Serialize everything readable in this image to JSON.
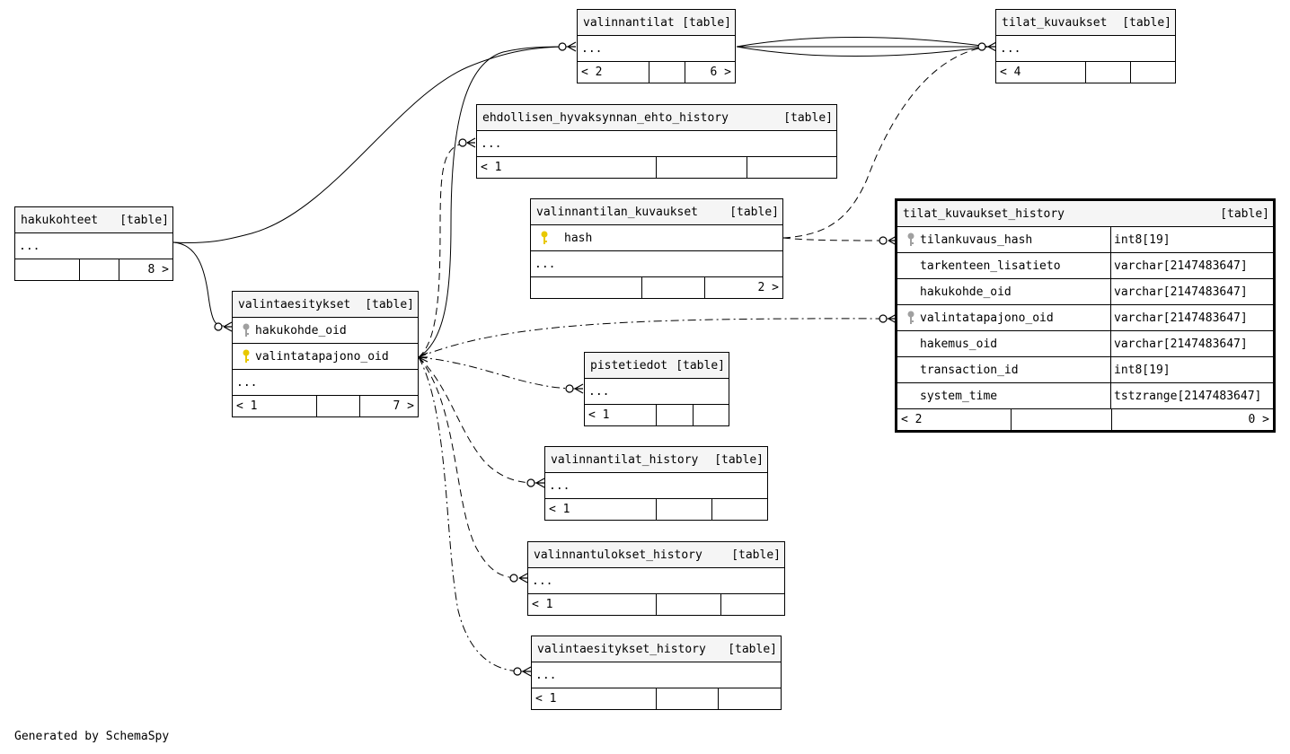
{
  "colors": {
    "key_gold": "#e8c800",
    "key_gray": "#a0a0a0",
    "header_bg": "#f5f5f5",
    "line": "#000000"
  },
  "footer": "Generated by SchemaSpy",
  "tables": {
    "hakukohteet": {
      "name": "hakukohteet",
      "tag": "[table]",
      "ellipsis": "...",
      "foot_left": "",
      "foot_mid": "",
      "foot_right": "8 >"
    },
    "valinnantilat": {
      "name": "valinnantilat",
      "tag": "[table]",
      "ellipsis": "...",
      "foot_left": "< 2",
      "foot_mid": "",
      "foot_right": "6 >"
    },
    "tilat_kuvaukset": {
      "name": "tilat_kuvaukset",
      "tag": "[table]",
      "ellipsis": "...",
      "foot_left": "< 4",
      "foot_mid": "",
      "foot_right": ""
    },
    "ehto_history": {
      "name": "ehdollisen_hyvaksynnan_ehto_history",
      "tag": "[table]",
      "ellipsis": "...",
      "foot_left": "< 1",
      "foot_mid": "",
      "foot_right": ""
    },
    "valinnantilan_kuvaukset": {
      "name": "valinnantilan_kuvaukset",
      "tag": "[table]",
      "columns": [
        {
          "name": "hash",
          "key": "primary"
        }
      ],
      "ellipsis": "...",
      "foot_left": "",
      "foot_mid": "",
      "foot_right": "2 >"
    },
    "valintaesitykset": {
      "name": "valintaesitykset",
      "tag": "[table]",
      "columns": [
        {
          "name": "hakukohde_oid",
          "key": "foreign"
        },
        {
          "name": "valintatapajono_oid",
          "key": "primary"
        }
      ],
      "ellipsis": "...",
      "foot_left": "< 1",
      "foot_mid": "",
      "foot_right": "7 >"
    },
    "pistetiedot": {
      "name": "pistetiedot",
      "tag": "[table]",
      "ellipsis": "...",
      "foot_left": "< 1",
      "foot_mid": "",
      "foot_right": ""
    },
    "valinnantilat_history": {
      "name": "valinnantilat_history",
      "tag": "[table]",
      "ellipsis": "...",
      "foot_left": "< 1",
      "foot_mid": "",
      "foot_right": ""
    },
    "valinnantulokset_history": {
      "name": "valinnantulokset_history",
      "tag": "[table]",
      "ellipsis": "...",
      "foot_left": "< 1",
      "foot_mid": "",
      "foot_right": ""
    },
    "valintaesitykset_history": {
      "name": "valintaesitykset_history",
      "tag": "[table]",
      "ellipsis": "...",
      "foot_left": "< 1",
      "foot_mid": "",
      "foot_right": ""
    },
    "tilat_kuvaukset_history": {
      "name": "tilat_kuvaukset_history",
      "tag": "[table]",
      "columns": [
        {
          "name": "tilankuvaus_hash",
          "type": "int8[19]",
          "key": "foreign"
        },
        {
          "name": "tarkenteen_lisatieto",
          "type": "varchar[2147483647]",
          "key": ""
        },
        {
          "name": "hakukohde_oid",
          "type": "varchar[2147483647]",
          "key": ""
        },
        {
          "name": "valintatapajono_oid",
          "type": "varchar[2147483647]",
          "key": "foreign"
        },
        {
          "name": "hakemus_oid",
          "type": "varchar[2147483647]",
          "key": ""
        },
        {
          "name": "transaction_id",
          "type": "int8[19]",
          "key": ""
        },
        {
          "name": "system_time",
          "type": "tstzrange[2147483647]",
          "key": ""
        }
      ],
      "foot_left": "< 2",
      "foot_mid": "",
      "foot_right": "0 >"
    }
  }
}
